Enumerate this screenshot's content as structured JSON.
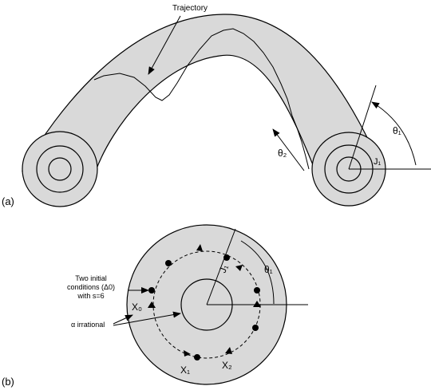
{
  "panel_a": {
    "panel_label": "(a)",
    "trajectory_label": "Trajectory",
    "theta1_label": "θ₁",
    "theta2_label": "θ₂",
    "j1_label": "J₁"
  },
  "panel_b": {
    "panel_label": "(b)",
    "initial_conditions_lines": [
      "Two initial",
      "conditions (Δ0)",
      "with s=6"
    ],
    "alpha_label": "α irrational",
    "theta1_label": "θ₁",
    "j1_label": "J₁",
    "x0_label": "X₀",
    "x1_label": "X₁",
    "x2_label": "X₂"
  },
  "colors": {
    "fill": "#d9d9d9",
    "stroke": "#000000"
  }
}
